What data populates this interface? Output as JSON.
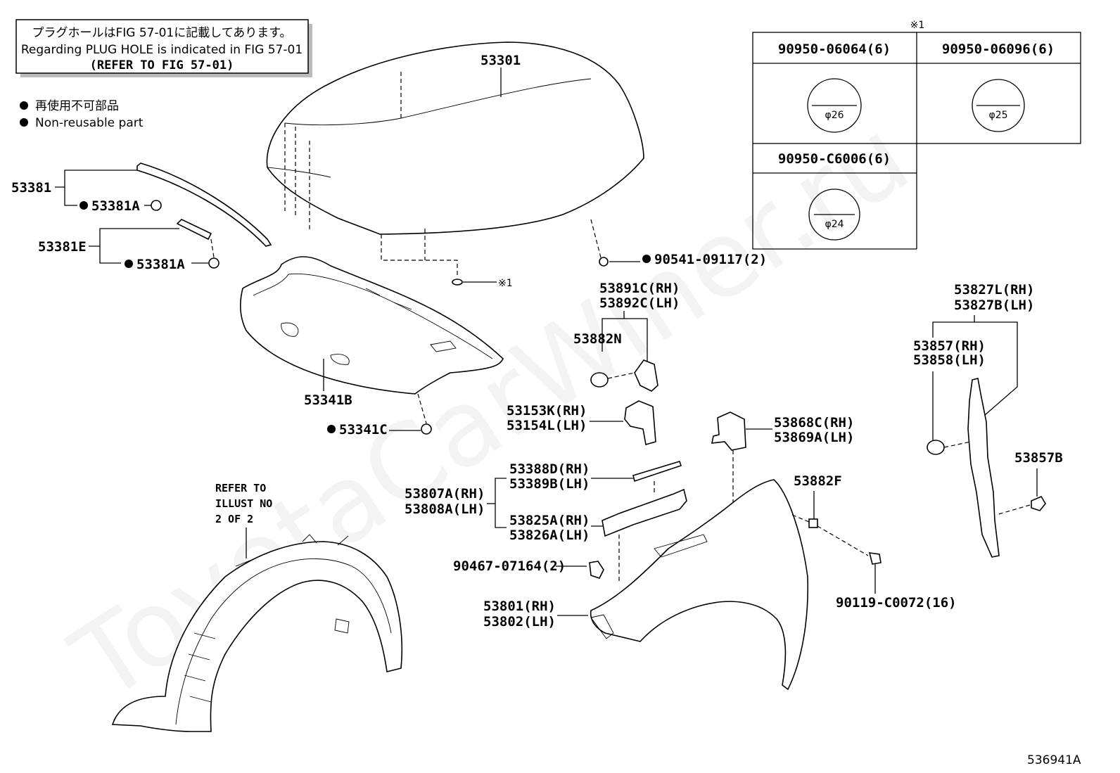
{
  "note": {
    "line_jp": "プラグホールはFIG 57-01に記載してあります。",
    "line_en": "Regarding PLUG HOLE is indicated in FIG 57-01",
    "line_ref": "(REFER TO FIG 57-01)"
  },
  "legend": {
    "jp": "再使用不可部品",
    "en": "Non-reusable part"
  },
  "plug_table": {
    "marker": "※1",
    "cells": [
      {
        "part": "90950-06064(6)",
        "dia": "φ26"
      },
      {
        "part": "90950-06096(6)",
        "dia": "φ25"
      },
      {
        "part": "90950-C6006(6)",
        "dia": "φ24"
      }
    ]
  },
  "labels": {
    "p53301": "53301",
    "p53381": "53381",
    "p53381a_1": "53381A",
    "p53381e": "53381E",
    "p53381a_2": "53381A",
    "p90541": "90541-09117(2)",
    "marker1": "※1",
    "p53891c": "53891C(RH)",
    "p53892c": "53892C(LH)",
    "p53882n": "53882N",
    "p53341b": "53341B",
    "p53341c": "53341C",
    "p53153k": "53153K(RH)",
    "p53154l": "53154L(LH)",
    "p53868c": "53868C(RH)",
    "p53869a": "53869A(LH)",
    "p53827l": "53827L(RH)",
    "p53827b": "53827B(LH)",
    "p53857": "53857(RH)",
    "p53858": "53858(LH)",
    "p53857b": "53857B",
    "p53388d": "53388D(RH)",
    "p53389b": "53389B(LH)",
    "p53807a": "53807A(RH)",
    "p53808a": "53808A(LH)",
    "p53825a": "53825A(RH)",
    "p53826a": "53826A(LH)",
    "p53882f": "53882F",
    "p90467": "90467-07164(2)",
    "p53801": "53801(RH)",
    "p53802": "53802(LH)",
    "p90119": "90119-C0072(16)",
    "refer_1": "REFER TO",
    "refer_2": "ILLUST NO",
    "refer_3": "2 OF 2",
    "fig_id": "536941A"
  },
  "watermark": "ToyotaCarWiner.ru"
}
